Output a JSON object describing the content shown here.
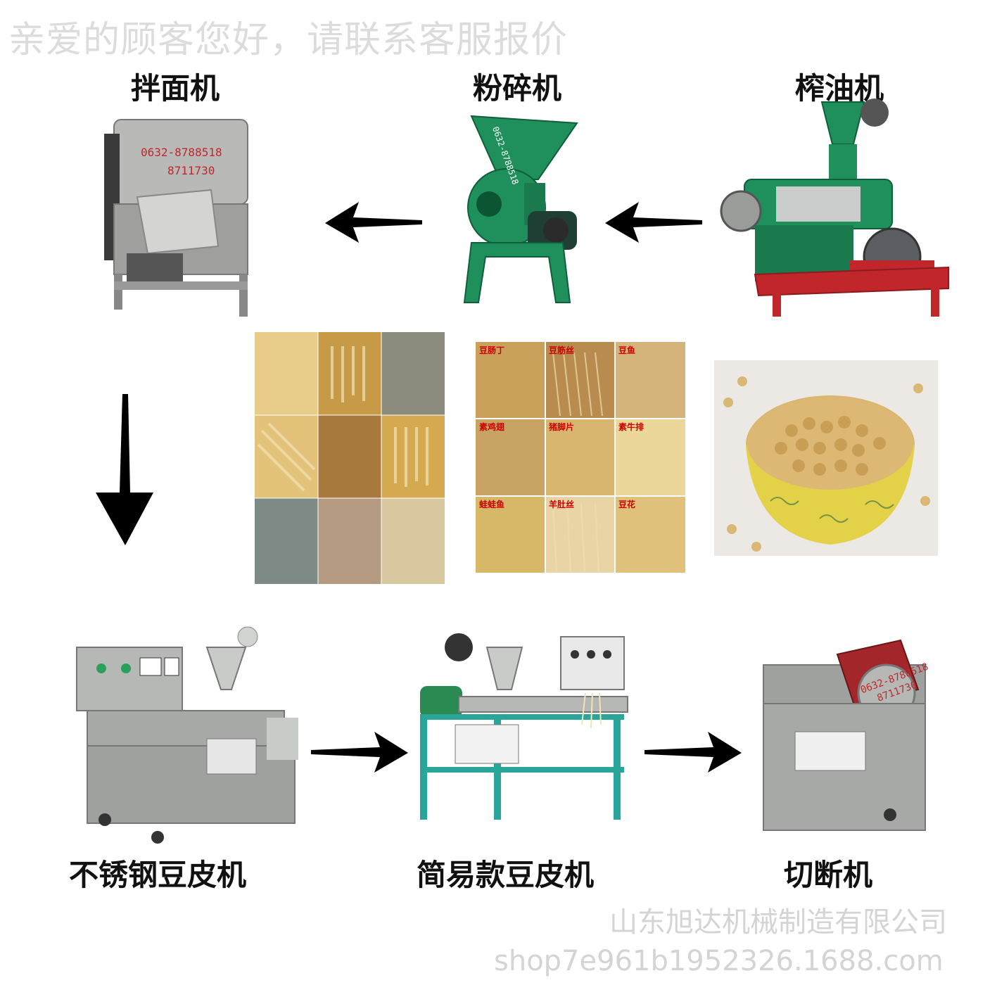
{
  "watermark_top": "亲爱的顾客您好，请联系客服报价",
  "labels": {
    "mixer": "拌面机",
    "crusher": "粉碎机",
    "oil_press": "榨油机",
    "stainless_machine": "不锈钢豆皮机",
    "simple_machine": "简易款豆皮机",
    "cutter": "切断机"
  },
  "machine_text": {
    "mixer_phone": "0632-8788518",
    "mixer_phone2": "8711730",
    "crusher_phone": "0632-8788518",
    "cutter_phone": "0632-8788518",
    "cutter_phone2": "8711730"
  },
  "product_grid_labels": [
    "豆肠丁",
    "豆筋丝",
    "豆鱼",
    "素鸡翅",
    "猪脚片",
    "素牛排",
    "蛙蛙鱼",
    "羊肚丝",
    "豆花"
  ],
  "watermark_company": "山东旭达机械制造有限公司",
  "watermark_url": "shop7e961b1952326.1688.com",
  "colors": {
    "machine_green": "#1f8f5c",
    "stainless": "#a9aaa8",
    "frame_red": "#c0262a",
    "frame_teal": "#2aa59a",
    "tofu_yellow": "#e3c27a",
    "arrow": "#000000"
  }
}
